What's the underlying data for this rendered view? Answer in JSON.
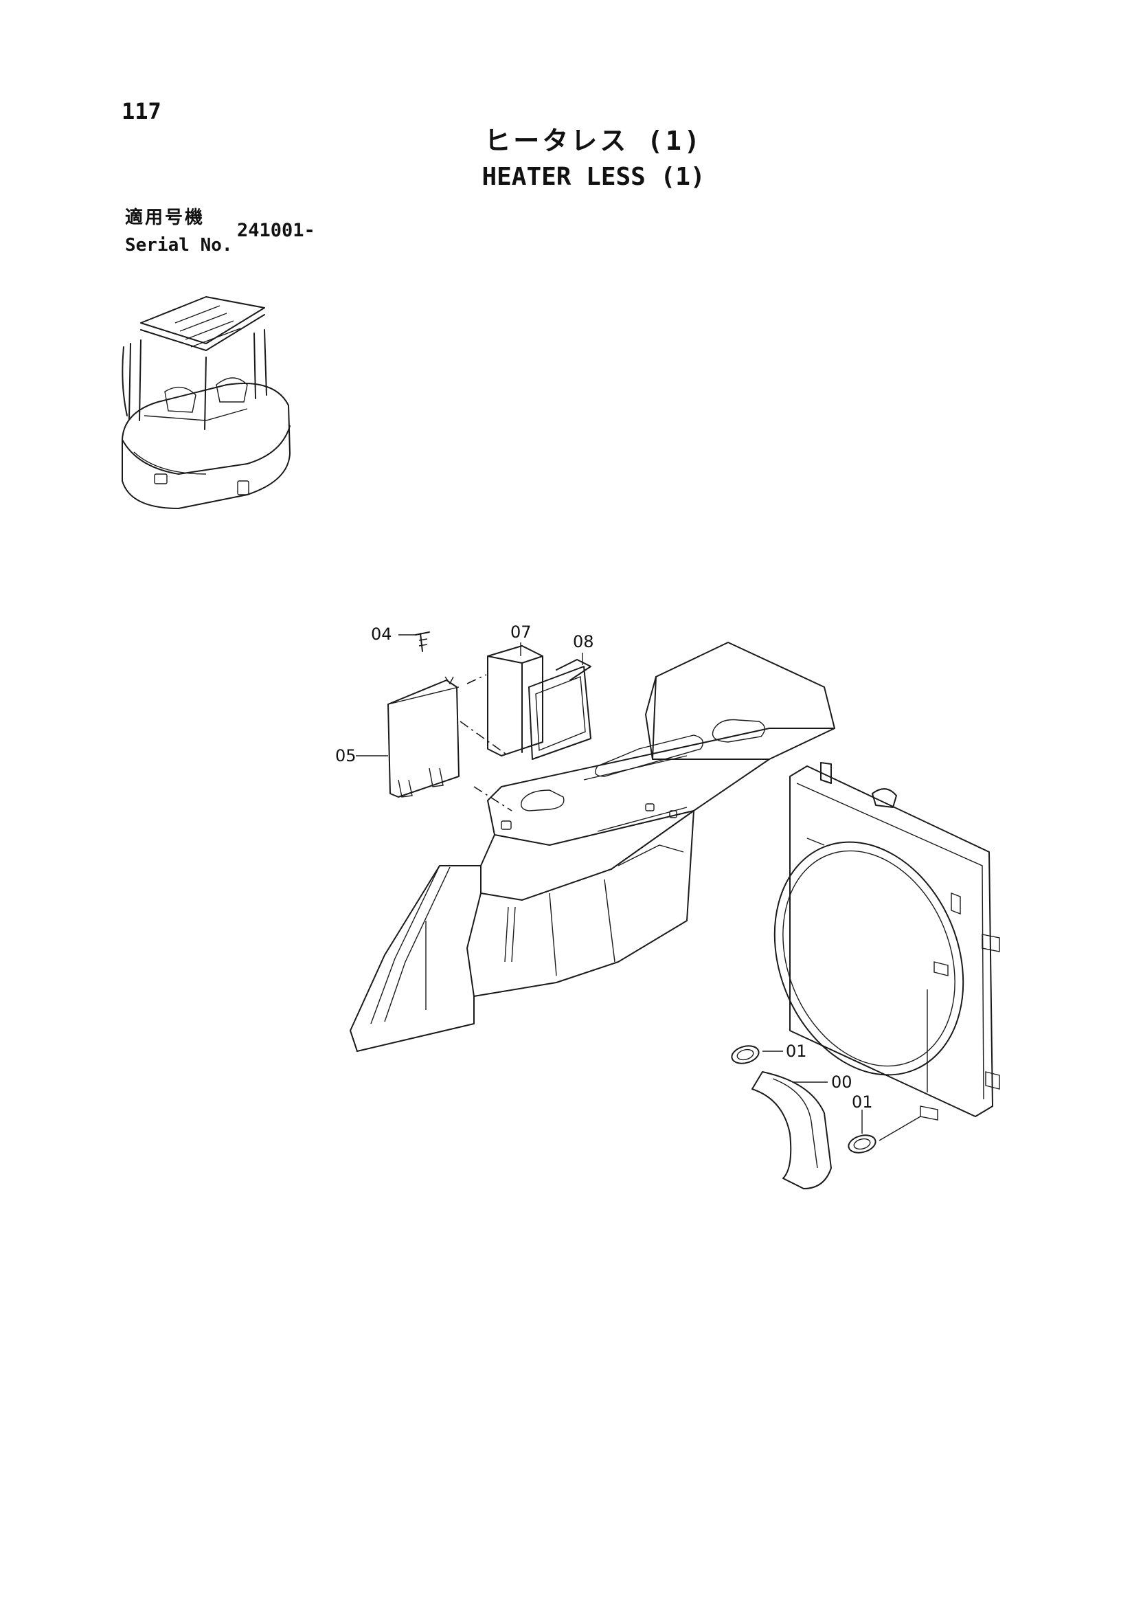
{
  "page": {
    "page_number": "117",
    "title_jp": "ヒータレス (1)",
    "title_en": "HEATER LESS (1)"
  },
  "serial": {
    "label_jp": "適用号機",
    "label_en": "Serial No.",
    "value": "241001-"
  },
  "callouts": [
    "04",
    "07",
    "08",
    "05",
    "01",
    "00",
    "01"
  ]
}
